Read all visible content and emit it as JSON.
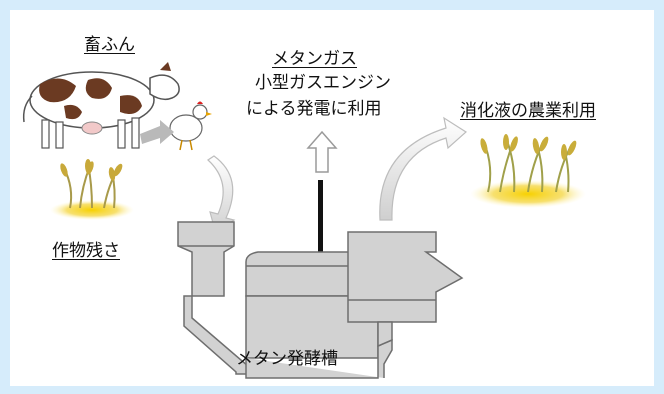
{
  "labels": {
    "manure": "畜ふん",
    "crop_residue": "作物残さ",
    "methane_gas": "メタンガス",
    "engine_line1": "小型ガスエンジン",
    "engine_line2": "による発電に利用",
    "digestate": "消化液の農業利用",
    "fermenter": "メタン発酵槽"
  },
  "colors": {
    "background": "#d6ecfb",
    "tank_fill": "#d2d2d2",
    "tank_stroke": "#6e6e6e",
    "arrow_fill": "#e8e8e8",
    "ground_glow": "#f2c700"
  },
  "icons": [
    "cow-icon",
    "chicken-icon",
    "rice-plant-icon",
    "rice-field-icon",
    "methane-fermenter-tank",
    "gas-pipe",
    "up-arrow-icon",
    "curved-arrow-icon"
  ]
}
